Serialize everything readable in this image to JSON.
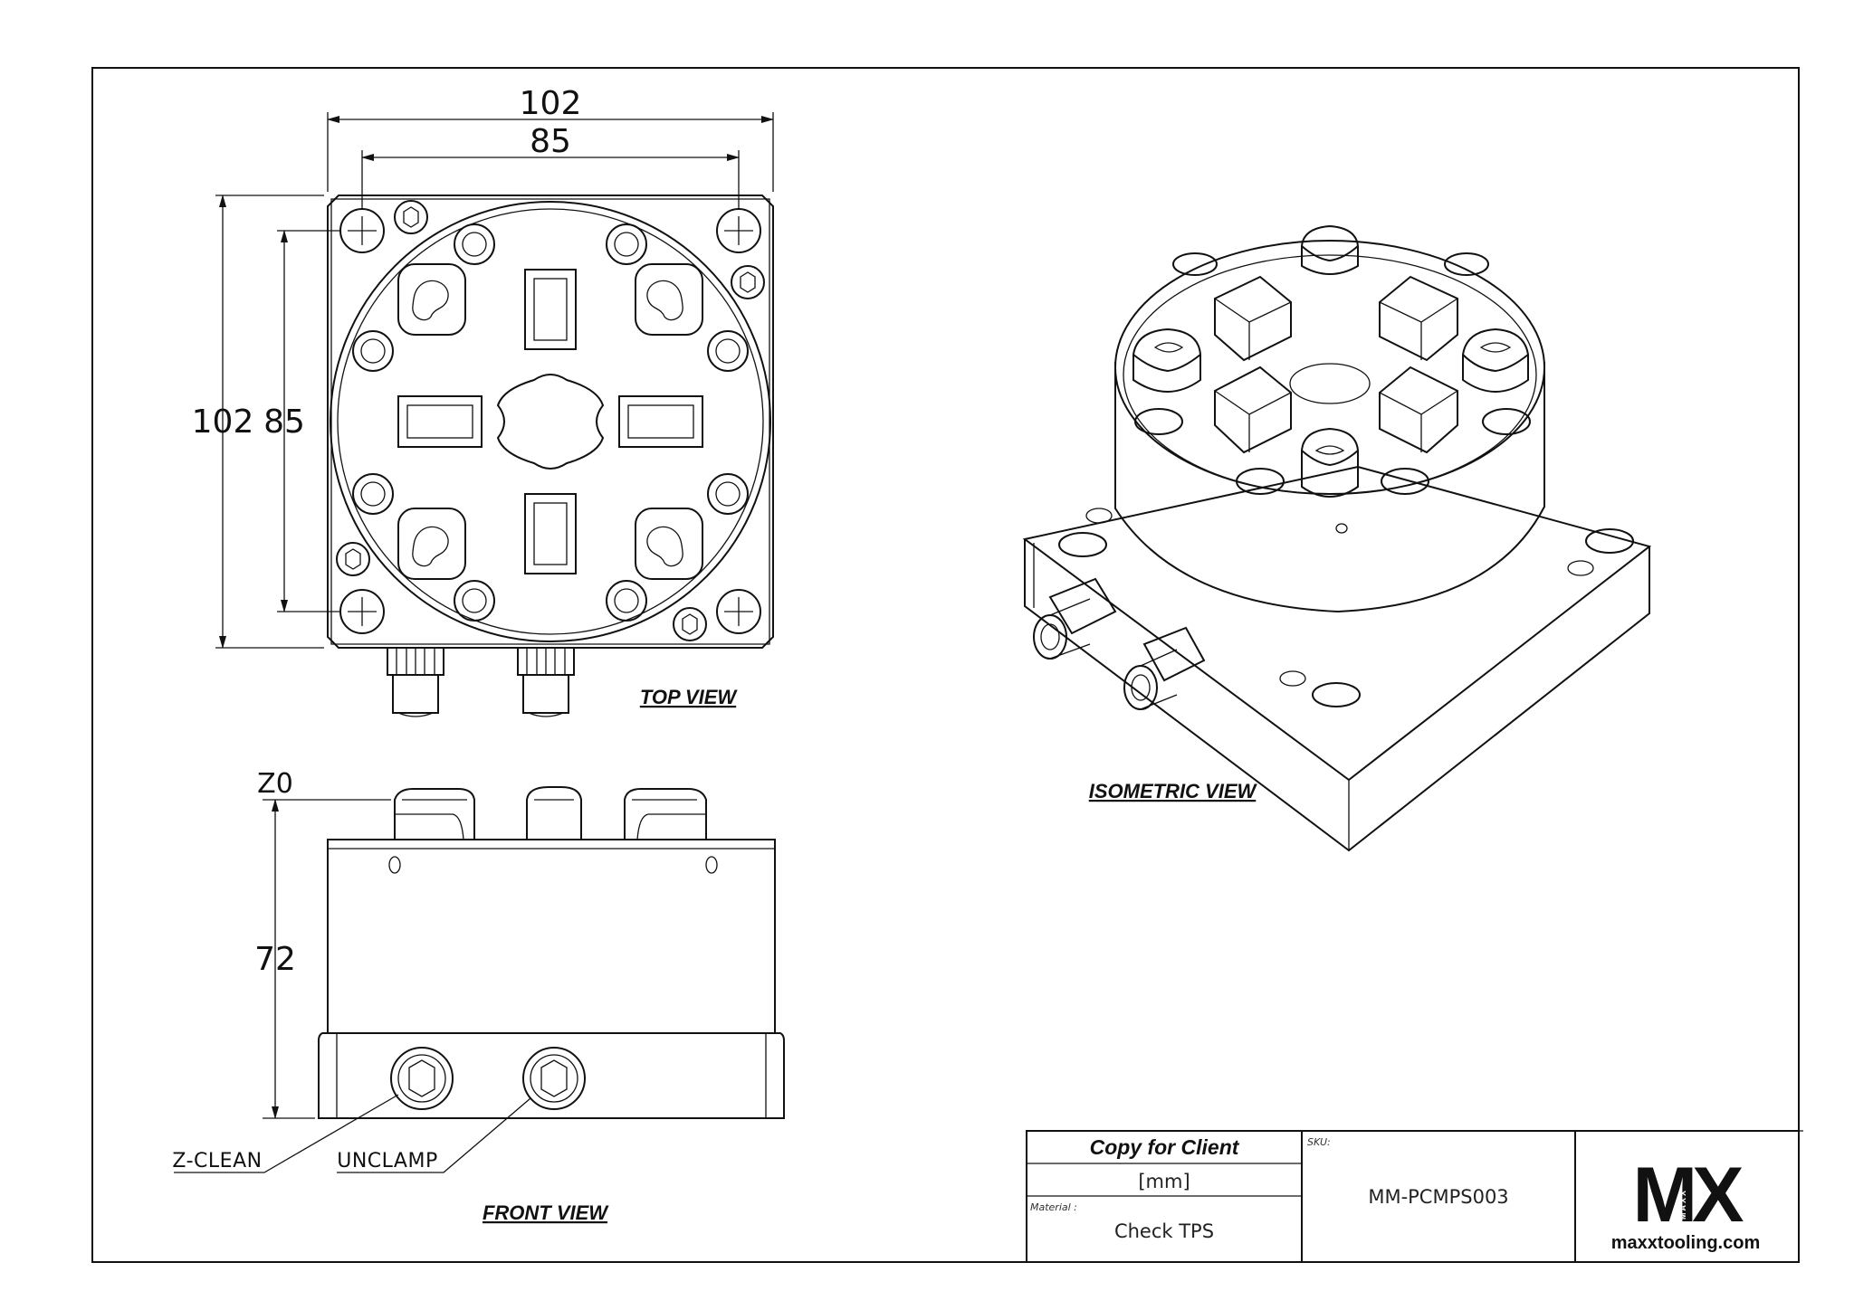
{
  "views": {
    "top_view": "TOP VIEW",
    "front_view": "FRONT VIEW",
    "isometric_view": "ISOMETRIC VIEW"
  },
  "dimensions": {
    "top_width_overall": "102",
    "top_width_holes": "85",
    "top_height_overall": "102",
    "top_height_holes": "85",
    "front_height": "72",
    "z_zero": "Z0"
  },
  "callouts": {
    "z_clean": "Z-CLEAN",
    "unclamp": "UNCLAMP"
  },
  "title_block": {
    "copy_for": "Copy for Client",
    "units": "[mm]",
    "material_label": "Material :",
    "material_value": "Check TPS",
    "sku_label": "SKU:",
    "sku_value": "MM-PCMPS003",
    "logo_text": "MX",
    "logo_small": "MAXX",
    "website": "maxxtooling.com"
  }
}
